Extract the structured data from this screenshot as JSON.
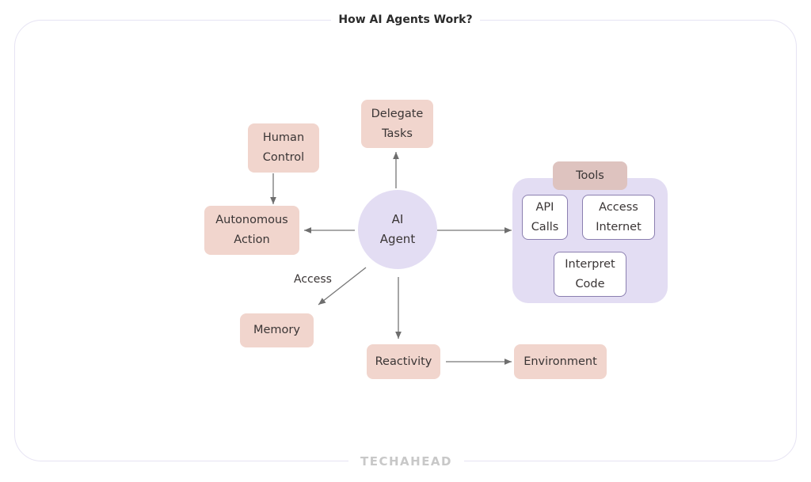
{
  "title": "How AI Agents Work?",
  "brand": "TECHAHEAD",
  "center": {
    "line1": "AI",
    "line2": "Agent"
  },
  "nodes": {
    "delegate": {
      "line1": "Delegate",
      "line2": "Tasks"
    },
    "human": {
      "line1": "Human",
      "line2": "Control"
    },
    "autonomous": {
      "line1": "Autonomous",
      "line2": "Action"
    },
    "memory": "Memory",
    "reactivity": "Reactivity",
    "environment": "Environment"
  },
  "tools": {
    "title": "Tools",
    "items": [
      {
        "line1": "API",
        "line2": "Calls"
      },
      {
        "line1": "Access",
        "line2": "Internet"
      },
      {
        "line1": "Interpret",
        "line2": "Code"
      }
    ]
  },
  "edge_labels": {
    "access": "Access"
  },
  "colors": {
    "node": "#f1d5cd",
    "agent": "#e3ddf3",
    "tools_tab": "#dec3bf",
    "tool_border": "#8b7fb0"
  }
}
